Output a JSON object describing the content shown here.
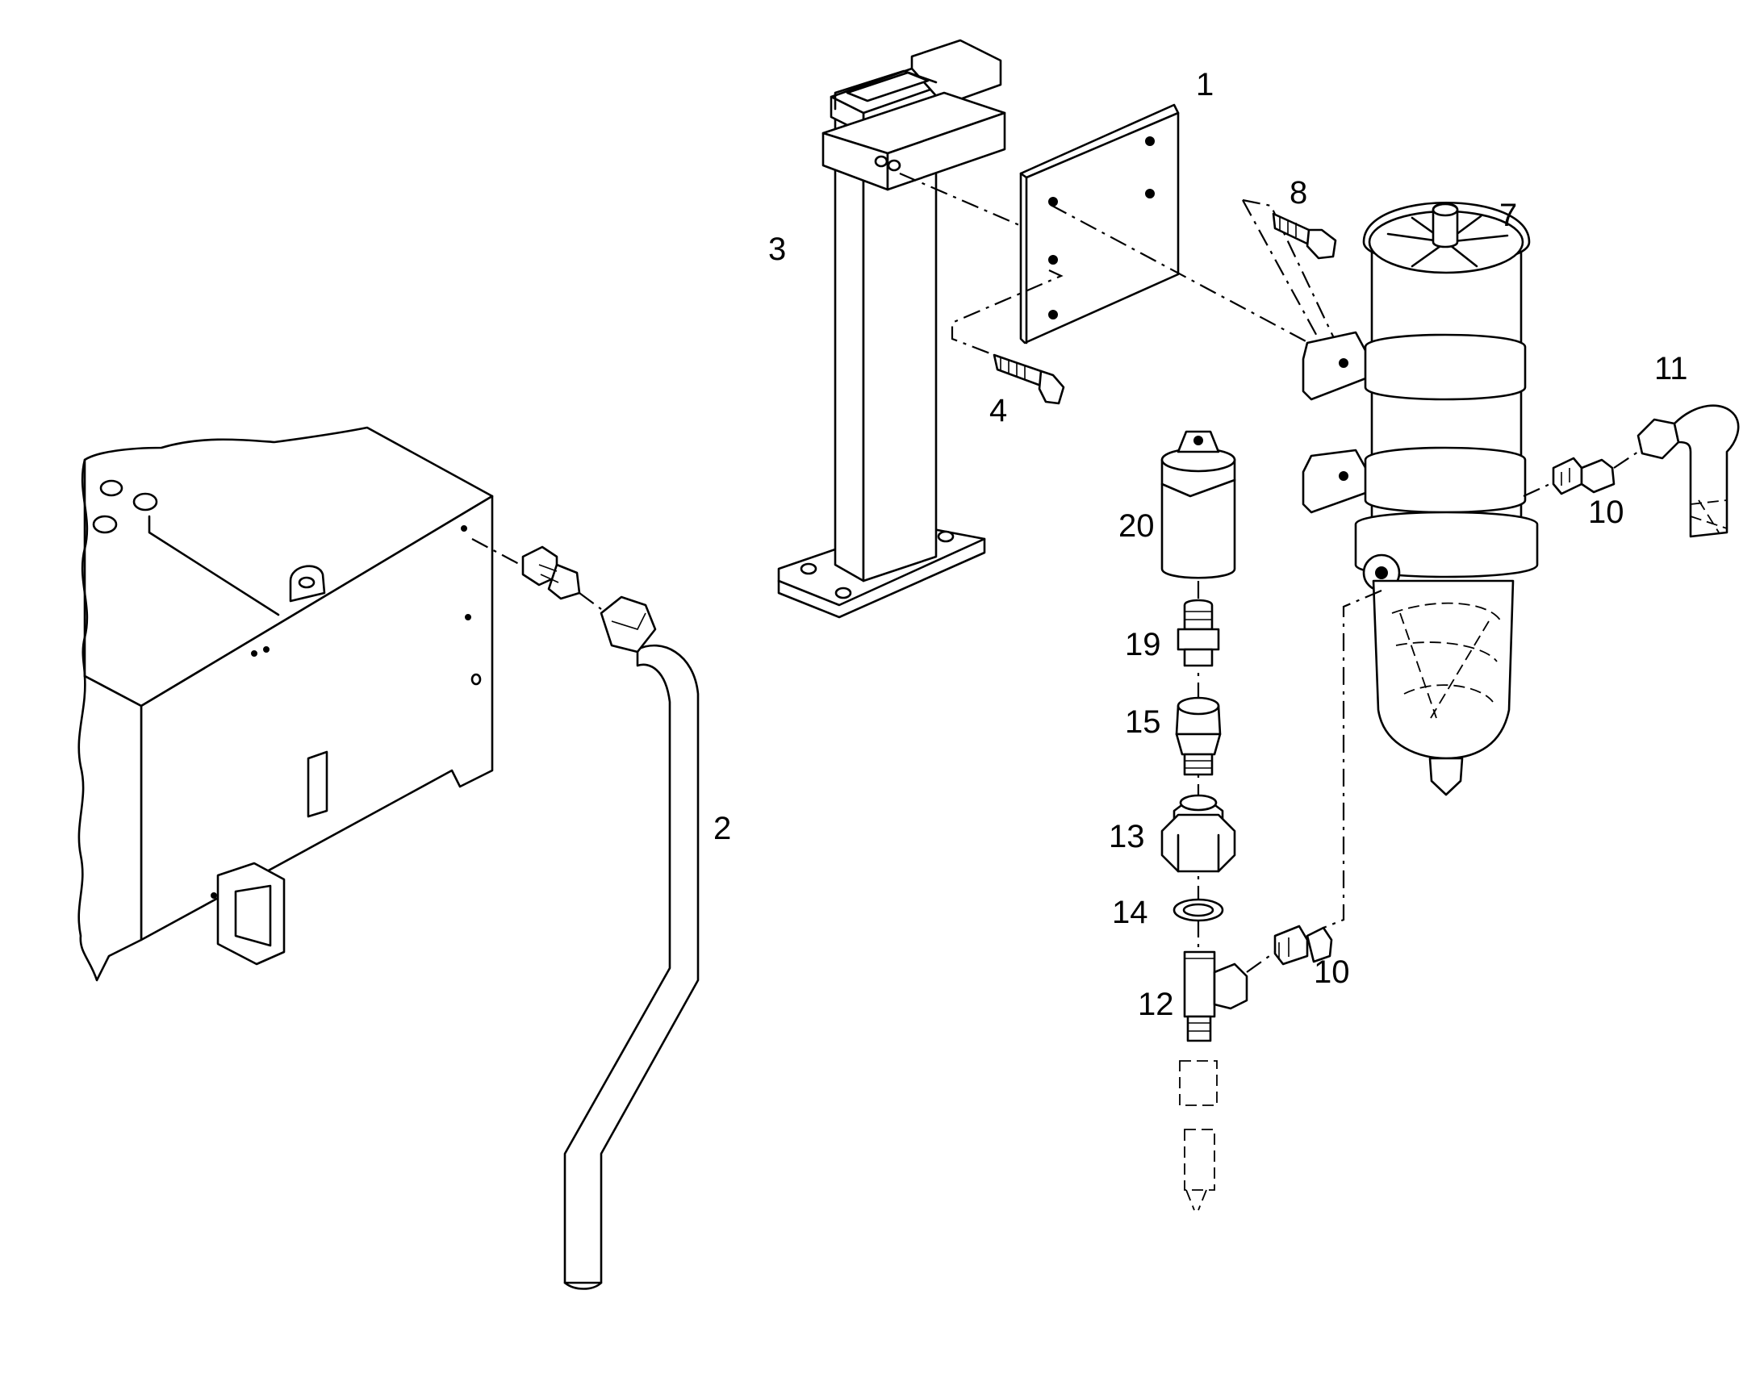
{
  "callouts": {
    "c1": "1",
    "c2": "2",
    "c3": "3",
    "c4": "4",
    "c7": "7",
    "c8": "8",
    "c10a": "10",
    "c10b": "10",
    "c11": "11",
    "c12": "12",
    "c13": "13",
    "c14": "14",
    "c15": "15",
    "c19": "19",
    "c20": "20"
  }
}
